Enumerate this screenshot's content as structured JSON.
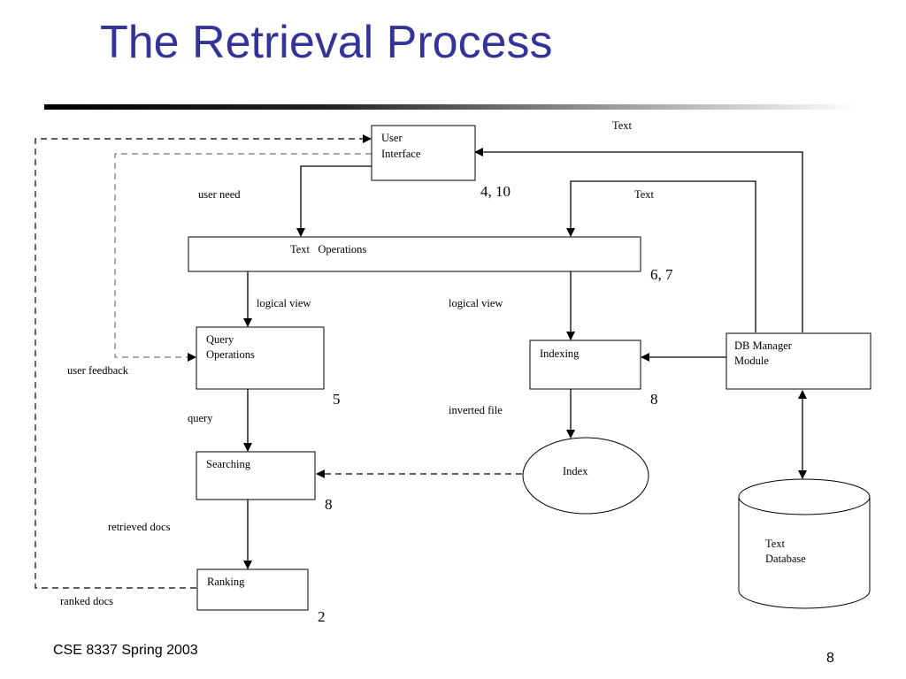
{
  "slide": {
    "title": "The Retrieval Process",
    "footer": "CSE 8337 Spring 2003",
    "page_number": "8"
  },
  "diagram": {
    "boxes": {
      "user_interface": [
        "User",
        "Interface"
      ],
      "text_operations": "Text   Operations",
      "query_operations": [
        "Query",
        "Operations"
      ],
      "indexing": "Indexing",
      "db_manager": [
        "DB Manager",
        "Module"
      ],
      "searching": "Searching",
      "ranking": "Ranking",
      "index": "Index",
      "text_database": [
        "Text",
        "Database"
      ]
    },
    "labels": {
      "text_top": "Text",
      "text_mid": "Text",
      "user_need": "user need",
      "logical_view_left": "logical view",
      "logical_view_right": "logical view",
      "user_feedback": "user feedback",
      "query": "query",
      "inverted_file": "inverted file",
      "retrieved_docs": "retrieved docs",
      "ranked_docs": "ranked docs"
    },
    "numbers": {
      "n_4_10": "4, 10",
      "n_6_7": "6, 7",
      "n_5": "5",
      "n_8_indexing": "8",
      "n_8_searching": "8",
      "n_2": "2"
    }
  }
}
